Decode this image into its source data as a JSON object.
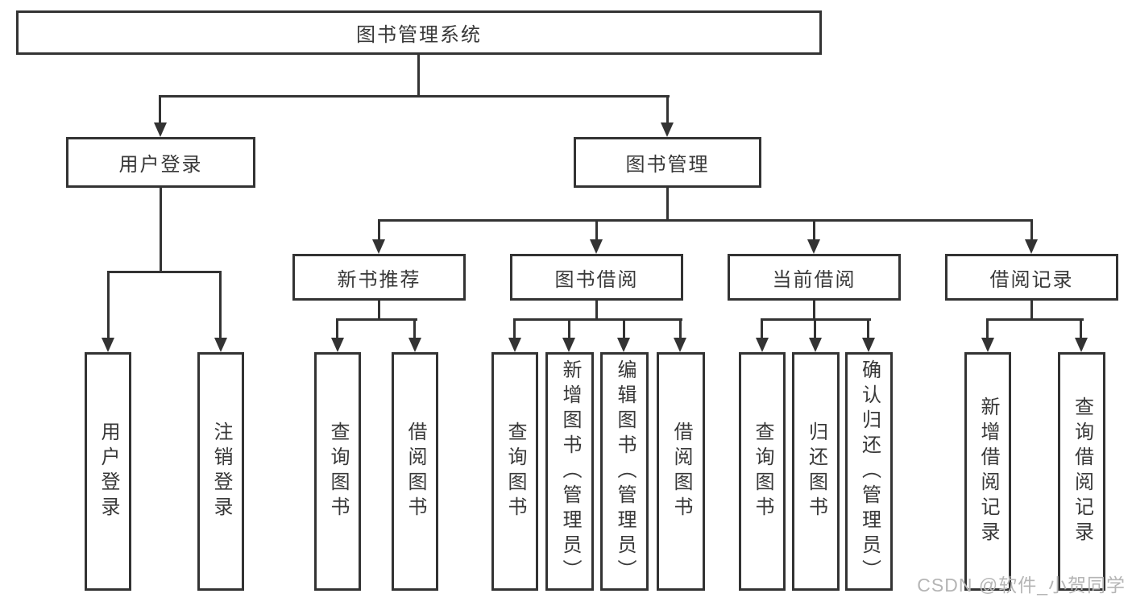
{
  "tree": {
    "label": "图书管理系统",
    "children": [
      {
        "label": "用户登录",
        "children": [
          {
            "label": "用户登录"
          },
          {
            "label": "注销登录"
          }
        ]
      },
      {
        "label": "图书管理",
        "children": [
          {
            "label": "新书推荐",
            "children": [
              {
                "label": "查询图书"
              },
              {
                "label": "借阅图书"
              }
            ]
          },
          {
            "label": "图书借阅",
            "children": [
              {
                "label": "查询图书"
              },
              {
                "label": "新增图书（管理员）"
              },
              {
                "label": "编辑图书（管理员）"
              },
              {
                "label": "借阅图书"
              }
            ]
          },
          {
            "label": "当前借阅",
            "children": [
              {
                "label": "查询图书"
              },
              {
                "label": "归还图书"
              },
              {
                "label": "确认归还（管理员）"
              }
            ]
          },
          {
            "label": "借阅记录",
            "children": [
              {
                "label": "新增借阅记录"
              },
              {
                "label": "查询借阅记录"
              }
            ]
          }
        ]
      }
    ]
  },
  "watermark": {
    "text": "CSDN @软件_小贺同学"
  },
  "colors": {
    "line": "#333333",
    "text": "#383838",
    "wm": "#b5b5b5",
    "bg": "#ffffff"
  }
}
